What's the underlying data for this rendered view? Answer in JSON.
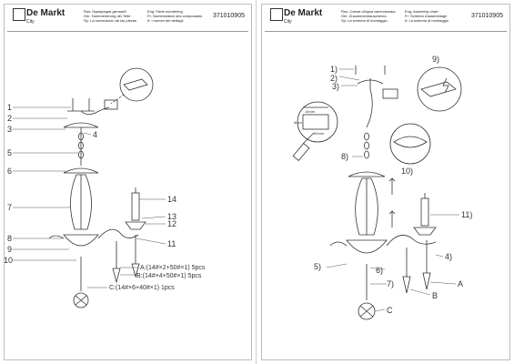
{
  "brand": {
    "name": "De Markt",
    "sub": "City"
  },
  "left": {
    "model": "371010905",
    "legend": {
      "col1": [
        "Rus: Нумерация деталей",
        "Ger: Nummerierung der Teile",
        "Sp: La numeración de las piezas"
      ],
      "col2": [
        "Eng: Parts numbering",
        "Fr: Numérotation des composants",
        "It: I numeri dei dettagli"
      ]
    },
    "parts": [
      "1",
      "2",
      "3",
      "4",
      "5",
      "6",
      "7",
      "8",
      "9",
      "10",
      "11",
      "12",
      "13",
      "14"
    ],
    "crystals": {
      "a": "A:(14#×2+50#×1) 5pcs",
      "b": "B:(14#×4+50#×1) 5pcs",
      "c": "C:(14#×6+40#×1) 1pcs"
    }
  },
  "right": {
    "model": "371010905",
    "legend": {
      "col1": [
        "Rus: Схема сборки светильника",
        "Ger: Zusammenbauschema",
        "Sp: La schema di montaggio"
      ],
      "col2": [
        "Eng: Assembly chart",
        "Fr: Schéma d'assemblage",
        "It: La schema di montaggio"
      ]
    },
    "steps": [
      "1)",
      "2)",
      "3)",
      "4)",
      "5)",
      "6)",
      "7)",
      "8)",
      "9)",
      "10)",
      "11)"
    ],
    "crystals": [
      "A",
      "B",
      "C"
    ],
    "dims": {
      "a": "15mm",
      "b": "50mm",
      "c": "8mm"
    }
  },
  "colors": {
    "line": "#333333",
    "frame": "#bdbdbd"
  }
}
